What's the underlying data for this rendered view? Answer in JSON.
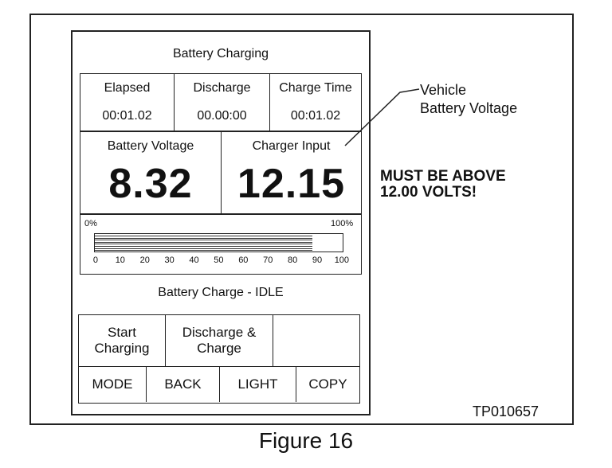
{
  "screen": {
    "title": "Battery Charging",
    "timers": [
      {
        "label": "Elapsed",
        "value": "00:01.02"
      },
      {
        "label": "Discharge",
        "value": "00.00:00"
      },
      {
        "label": "Charge Time",
        "value": "00:01.02"
      }
    ],
    "readouts": [
      {
        "label": "Battery Voltage",
        "value": "8.32"
      },
      {
        "label": "Charger Input",
        "value": "12.15"
      }
    ],
    "gauge": {
      "min_label": "0%",
      "max_label": "100%",
      "scale": [
        "0",
        "10",
        "20",
        "30",
        "40",
        "50",
        "60",
        "70",
        "80",
        "90",
        "100"
      ],
      "fill_percent": 88
    },
    "status": "Battery Charge - IDLE",
    "actions": [
      {
        "label": "Start Charging"
      },
      {
        "label": "Discharge & Charge"
      },
      {
        "label": ""
      }
    ],
    "nav": [
      {
        "label": "MODE"
      },
      {
        "label": "BACK"
      },
      {
        "label": "LIGHT"
      },
      {
        "label": "COPY"
      }
    ]
  },
  "callout": {
    "line1": "Vehicle",
    "line2": "Battery Voltage"
  },
  "warning": {
    "line1": "MUST BE ABOVE",
    "line2": "12.00 VOLTS!"
  },
  "code": "TP010657",
  "figure_caption": "Figure 16"
}
